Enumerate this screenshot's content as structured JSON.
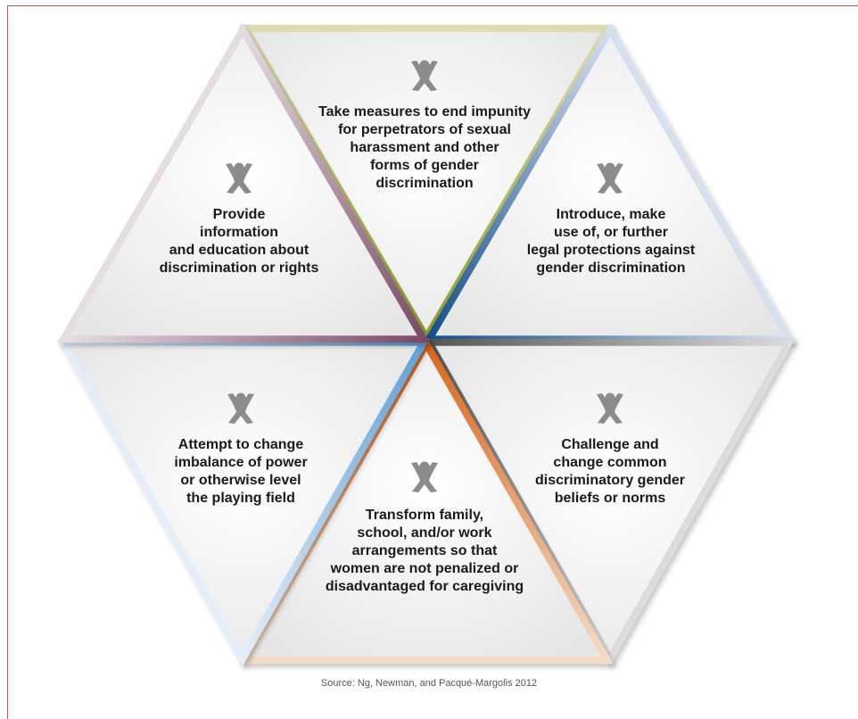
{
  "segments": [
    {
      "id": "top",
      "text_lines": [
        "Take measures to end impunity",
        "for perpetrators of sexual",
        "harassment and other",
        "forms of gender",
        "discrimination"
      ],
      "icon": "person-icon",
      "edge_colors": [
        "#dcdcb0",
        "#8c9a2a"
      ]
    },
    {
      "id": "upper-right",
      "text_lines": [
        "Introduce, make",
        "use of, or further",
        "legal protections against",
        "gender discrimination"
      ],
      "icon": "person-icon",
      "edge_colors": [
        "#d7e0ee",
        "#124f8c"
      ]
    },
    {
      "id": "lower-right",
      "text_lines": [
        "Challenge and",
        "change common",
        "discriminatory gender",
        "beliefs or norms"
      ],
      "icon": "person-icon",
      "edge_colors": [
        "#dcdcdc",
        "#555555"
      ]
    },
    {
      "id": "bottom",
      "text_lines": [
        "Transform family,",
        "school, and/or work",
        "arrangements so that",
        "women are not penalized or",
        "disadvantaged for caregiving"
      ],
      "icon": "person-icon",
      "edge_colors": [
        "#f3dcc6",
        "#d9661c"
      ]
    },
    {
      "id": "lower-left",
      "text_lines": [
        "Attempt to change",
        "imbalance of power",
        "or otherwise level",
        "the playing field"
      ],
      "icon": "person-icon",
      "edge_colors": [
        "#e3eef8",
        "#5fa0d4"
      ]
    },
    {
      "id": "upper-left",
      "text_lines": [
        "Provide",
        "information",
        "and education about",
        "discrimination or rights"
      ],
      "icon": "person-icon",
      "edge_colors": [
        "#e6dde3",
        "#7a4a66"
      ]
    }
  ],
  "source": "Source: Ng, Newman, and Pacqué-Margolis 2012"
}
